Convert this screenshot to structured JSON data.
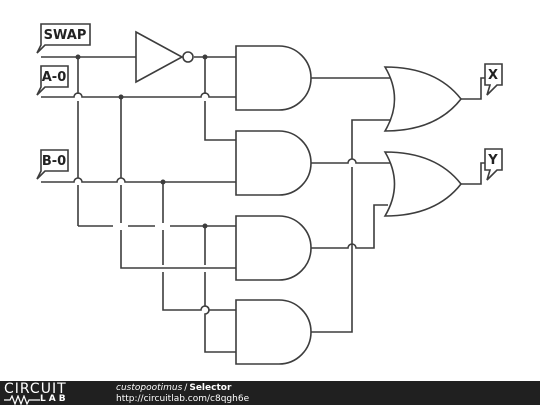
{
  "circuit": {
    "inputs": [
      "SWAP",
      "A-0",
      "B-0"
    ],
    "outputs": [
      "X",
      "Y"
    ]
  },
  "footer": {
    "logo_top": "CIRCUIT",
    "logo_bottom": "LAB",
    "author": "custopootimus",
    "separator": "/",
    "title": "Selector",
    "url": "http://circuitlab.com/c8qgh6e"
  },
  "colors": {
    "wire": "#3d3d3d",
    "footer_bg": "#202020",
    "canvas_bg": "#ffffff"
  }
}
